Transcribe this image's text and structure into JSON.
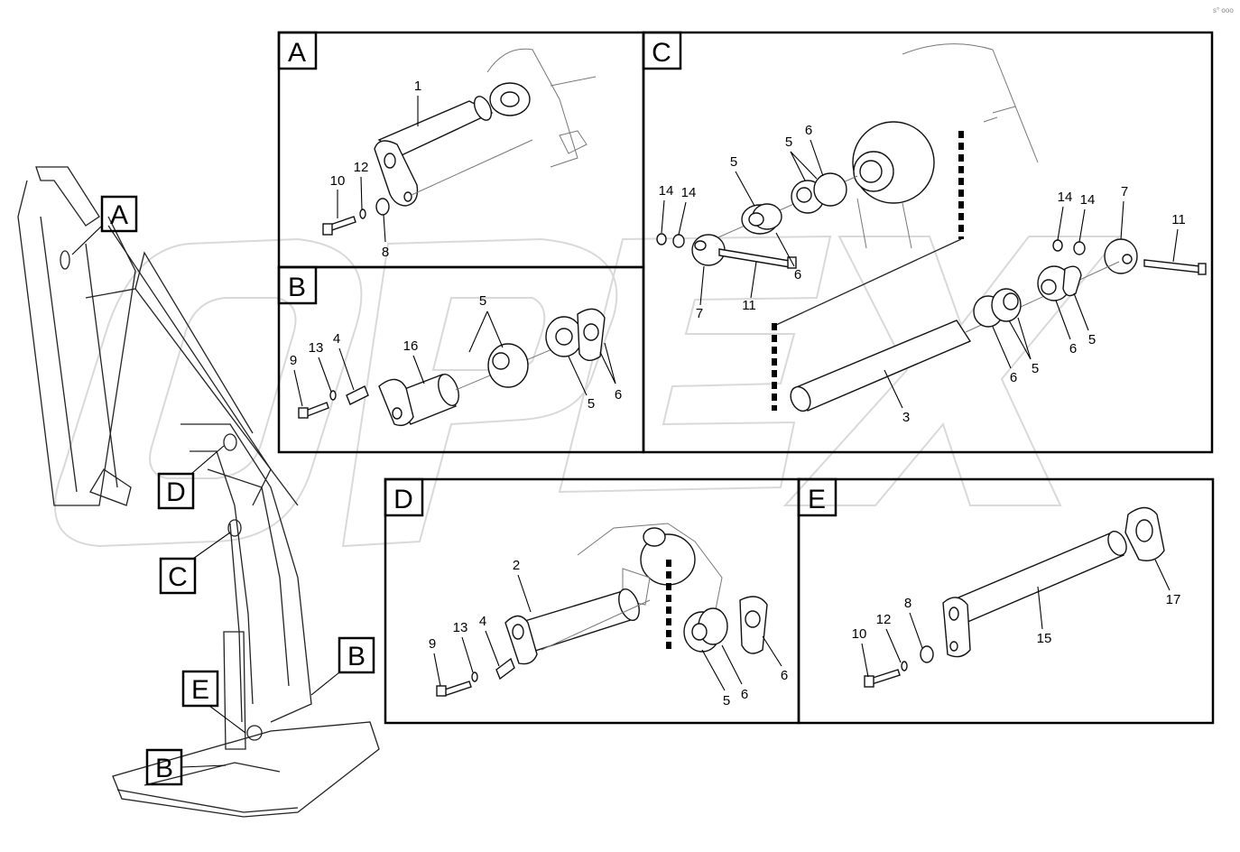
{
  "watermark": "OPEX",
  "corner_mark": "s° ooo",
  "panels": [
    {
      "id": "A",
      "label": "A",
      "parts": [
        "1",
        "10",
        "12",
        "8"
      ]
    },
    {
      "id": "B",
      "label": "B",
      "parts": [
        "5",
        "9",
        "13",
        "4",
        "16",
        "5",
        "6"
      ]
    },
    {
      "id": "C",
      "label": "C",
      "parts": [
        "5",
        "6",
        "5",
        "14",
        "14",
        "14",
        "14",
        "7",
        "11",
        "6",
        "7",
        "11",
        "3",
        "6",
        "5",
        "6",
        "5"
      ]
    },
    {
      "id": "D",
      "label": "D",
      "parts": [
        "2",
        "9",
        "13",
        "4",
        "5",
        "6",
        "6"
      ]
    },
    {
      "id": "E",
      "label": "E",
      "parts": [
        "17",
        "12",
        "8",
        "10",
        "15"
      ]
    }
  ],
  "overview_callouts": [
    "A",
    "D",
    "C",
    "B",
    "E",
    "B"
  ]
}
